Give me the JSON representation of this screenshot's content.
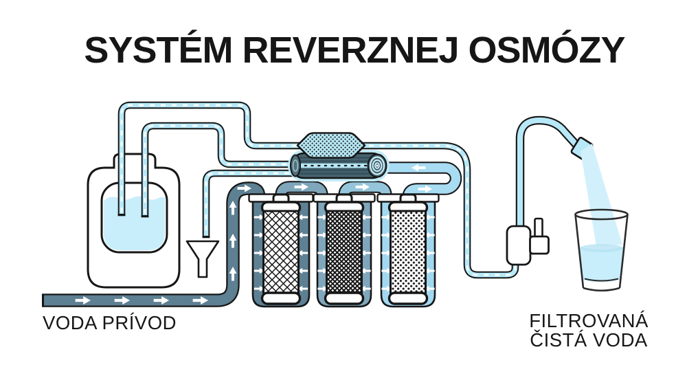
{
  "title": "SYSTÉM REVERZNEJ OSMÓZY",
  "labels": {
    "inlet": "VODA PRÍVOD",
    "outlet_line1": "FILTROVANÁ",
    "outlet_line2": "ČISTÁ VODA"
  },
  "components": {
    "tank": "pressure-tank",
    "drain": "drain-funnel",
    "filter1": "sediment-filter",
    "filter2": "granular-carbon-filter",
    "filter3": "carbon-block-filter",
    "membrane": "reverse-osmosis-membrane",
    "postfilter": "inline-post-carbon-filter",
    "faucet": "drinking-water-faucet",
    "glass": "glass-of-clean-water"
  },
  "colors": {
    "ink": "#161616",
    "pipe_light": "#b7e8f7",
    "water": "#c8eefb",
    "stream": "#d2f0fc",
    "stage1": "#5d8092",
    "stage2": "#7fa6bb",
    "stage2_pipe": "#95c5da",
    "stage3": "#a2d8ef",
    "stage3_pipe": "#a8dcf2",
    "membrane": "#45626e",
    "membrane_stripe": "#344e59",
    "membrane_halo": "#c2ebf7",
    "glass_line": "#2b2b2b"
  }
}
